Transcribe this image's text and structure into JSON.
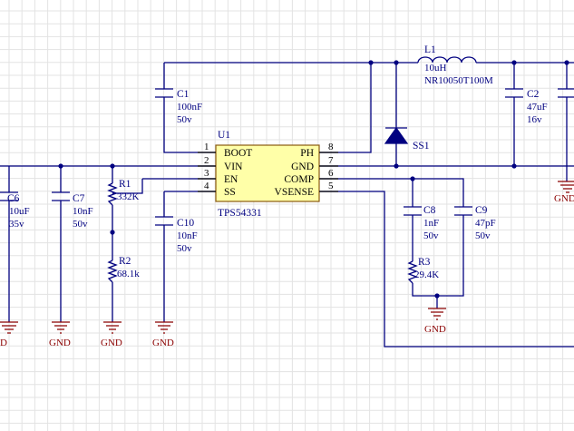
{
  "schematic": {
    "ic": {
      "designator": "U1",
      "part": "TPS54331",
      "pins_left": [
        {
          "num": "1",
          "name": "BOOT"
        },
        {
          "num": "2",
          "name": "VIN"
        },
        {
          "num": "3",
          "name": "EN"
        },
        {
          "num": "4",
          "name": "SS"
        }
      ],
      "pins_right": [
        {
          "num": "8",
          "name": "PH"
        },
        {
          "num": "7",
          "name": "GND"
        },
        {
          "num": "6",
          "name": "COMP"
        },
        {
          "num": "5",
          "name": "VSENSE"
        }
      ]
    },
    "components": {
      "C1": {
        "designator": "C1",
        "value": "100nF",
        "rating": "50v"
      },
      "L1": {
        "designator": "L1",
        "value": "10uH",
        "part": "NR10050T100M"
      },
      "C2": {
        "designator": "C2",
        "value": "47uF",
        "rating": "16v"
      },
      "SS1": {
        "designator": "SS1"
      },
      "C6": {
        "designator": "C6",
        "value": "10uF",
        "rating": "35v"
      },
      "C7": {
        "designator": "C7",
        "value": "10nF",
        "rating": "50v"
      },
      "R1": {
        "designator": "R1",
        "value": "332K"
      },
      "R2": {
        "designator": "R2",
        "value": "68.1k"
      },
      "C10": {
        "designator": "C10",
        "value": "10nF",
        "rating": "50v"
      },
      "C8": {
        "designator": "C8",
        "value": "1nF",
        "rating": "50v"
      },
      "C9": {
        "designator": "C9",
        "value": "47pF",
        "rating": "50v"
      },
      "R3": {
        "designator": "R3",
        "value": "29.4K"
      }
    },
    "gnd_label": "GND",
    "gnd_partial_label": "D"
  }
}
